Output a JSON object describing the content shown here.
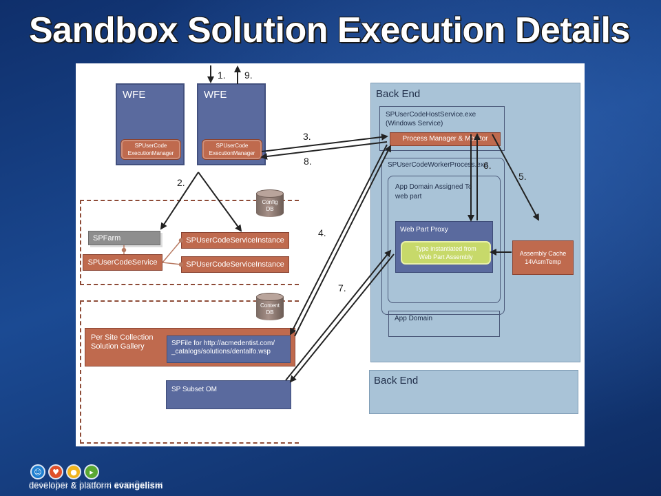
{
  "slide": {
    "title": "Sandbox Solution Execution Details"
  },
  "diagram": {
    "wfe1": {
      "label": "WFE",
      "manager": [
        "SPUserCode",
        "ExecutionManager"
      ]
    },
    "wfe2": {
      "label": "WFE",
      "manager": [
        "SPUserCode",
        "ExecutionManager"
      ]
    },
    "config_db": [
      "Config",
      "DB"
    ],
    "content_db": [
      "Content",
      "DB"
    ],
    "spfarm": "SPFarm",
    "spusercodeservice": "SPUserCodeService",
    "instance1": "SPUserCodeServiceInstance",
    "instance2": "SPUserCodeServiceInstance",
    "gallery": [
      "Per Site Collection",
      "Solution Gallery"
    ],
    "spfile": [
      "SPFile for http://acmedentist.com/",
      "_catalogs/solutions/dentalfo.wsp"
    ],
    "subset_om": "SP Subset OM",
    "back_end_1": "Back End",
    "back_end_2": "Back End",
    "host_service": [
      "SPUserCodeHostService.exe",
      "(Windows Service)"
    ],
    "process_manager": "Process Manager & Monitor",
    "worker_process": "SPUserCodeWorkerProcess.exe",
    "app_domain_assigned": [
      "App Domain Assigned To",
      "web part"
    ],
    "web_part_proxy": "Web Part Proxy",
    "type_instantiated": [
      "Type instantiated from",
      "Web Part Assembly"
    ],
    "app_domain": "App Domain",
    "assembly_cache": [
      "Assembly Cache",
      "14\\AsmTemp"
    ],
    "steps": {
      "s1": "1.",
      "s2": "2.",
      "s3": "3.",
      "s4": "4.",
      "s5": "5.",
      "s6": "6.",
      "s7": "7.",
      "s8": "8.",
      "s9": "9."
    }
  },
  "footer": {
    "text_regular": "developer & platform ",
    "text_bold": "evangelism",
    "icons": [
      "person-icon",
      "heart-icon",
      "lightbulb-icon",
      "speaker-icon"
    ],
    "icon_colors": [
      "#1f7fd0",
      "#e0502a",
      "#f0b41c",
      "#5aa832"
    ]
  }
}
